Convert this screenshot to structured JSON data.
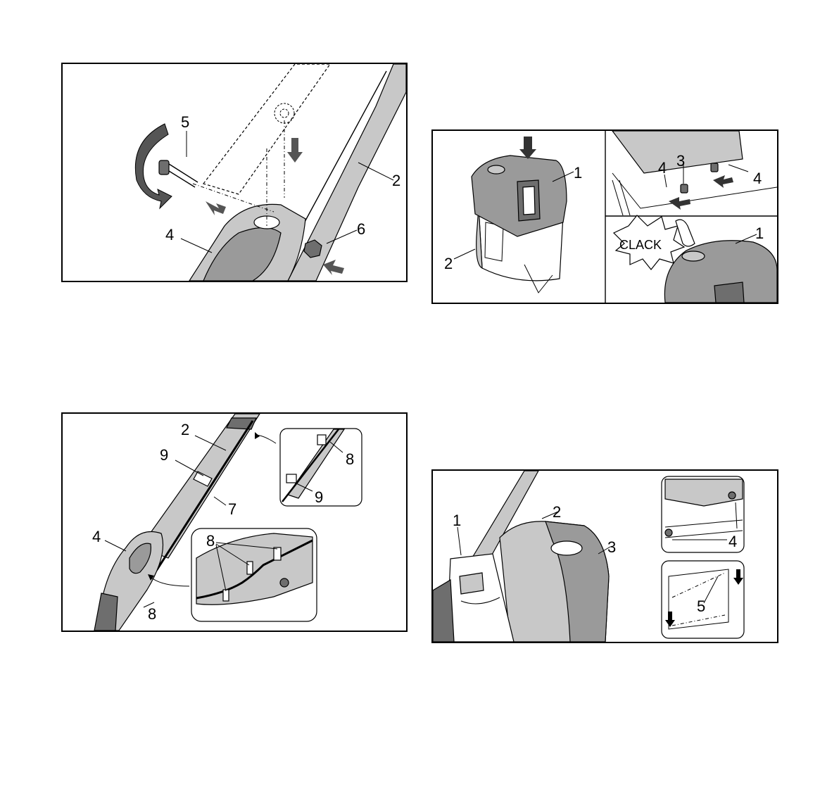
{
  "figures": {
    "fig_a": {
      "callouts": {
        "c5": "5",
        "c2": "2",
        "c4": "4",
        "c6": "6"
      }
    },
    "fig_b": {
      "callouts": {
        "c1": "1",
        "c2": "2",
        "c4a": "4",
        "c3": "3",
        "c4b": "4",
        "c1b": "1"
      },
      "clack_text": "CLACK"
    },
    "fig_c": {
      "callouts": {
        "c2": "2",
        "c9": "9",
        "c7": "7",
        "c4": "4",
        "c8": "8",
        "c8b": "8",
        "c9b": "9",
        "c8c": "8"
      }
    },
    "fig_d": {
      "callouts": {
        "c1": "1",
        "c2": "2",
        "c3": "3",
        "c4": "4",
        "c5": "5"
      }
    }
  }
}
